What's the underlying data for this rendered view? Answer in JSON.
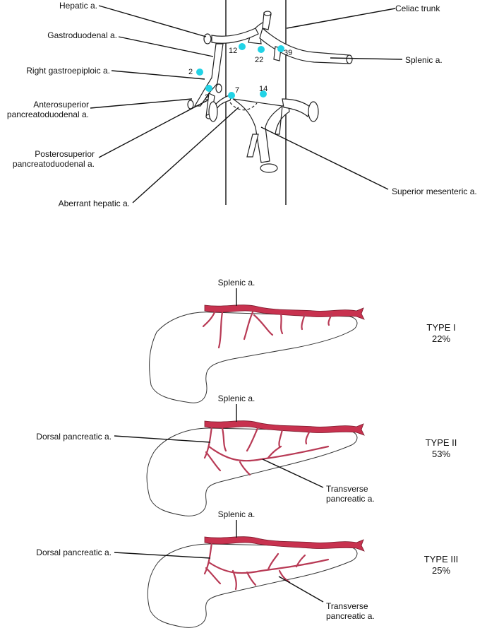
{
  "top_diagram": {
    "labels": {
      "hepatic": "Hepatic a.",
      "celiac": "Celiac trunk",
      "gastroduodenal": "Gastroduodenal a.",
      "splenic": "Splenic a.",
      "right_gastroepiploic": "Right gastroepiploic a.",
      "anterosuperior_1": "Anterosuperior",
      "anterosuperior_2": "pancreatoduodenal a.",
      "posterosuperior_1": "Posterosuperior",
      "posterosuperior_2": "pancreatoduodenal a.",
      "aberrant_hepatic": "Aberrant hepatic a.",
      "superior_mesenteric": "Superior mesenteric a."
    },
    "origin_counts": {
      "hepatic": "12",
      "left_gastric": "22",
      "splenic": "39",
      "gastroduodenal": "2",
      "pancreatoduodenal": "2",
      "sma_right": "7",
      "sma_left": "14"
    },
    "dot_color": "#22d3e6"
  },
  "types": [
    {
      "splenic_label": "Splenic a.",
      "type": "TYPE I",
      "percent": "22%"
    },
    {
      "splenic_label": "Splenic a.",
      "dorsal_label": "Dorsal pancreatic a.",
      "transverse_1": "Transverse",
      "transverse_2": "pancreatic a.",
      "type": "TYPE II",
      "percent": "53%"
    },
    {
      "splenic_label": "Splenic a.",
      "dorsal_label": "Dorsal pancreatic a.",
      "transverse_1": "Transverse",
      "transverse_2": "pancreatic a.",
      "type": "TYPE III",
      "percent": "25%"
    }
  ],
  "colors": {
    "artery": "#c8324f",
    "artery_light": "#e9a7b5"
  }
}
